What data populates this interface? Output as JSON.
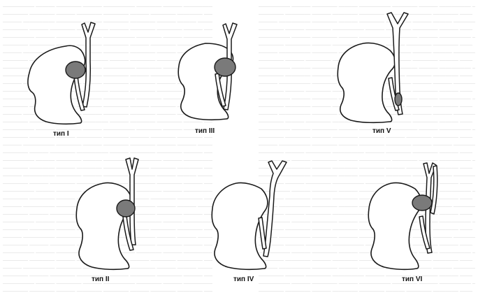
{
  "labels": {
    "type1": "тип I",
    "type2": "тип II",
    "type3": "тип III",
    "type4": "тип IV",
    "type5": "тип V",
    "type6": "тип VI"
  },
  "colors": {
    "outline": "#1a1a1a",
    "cyst": "#7a7a7a",
    "background": "#ffffff",
    "bleed_text": "#d4d4d4"
  }
}
